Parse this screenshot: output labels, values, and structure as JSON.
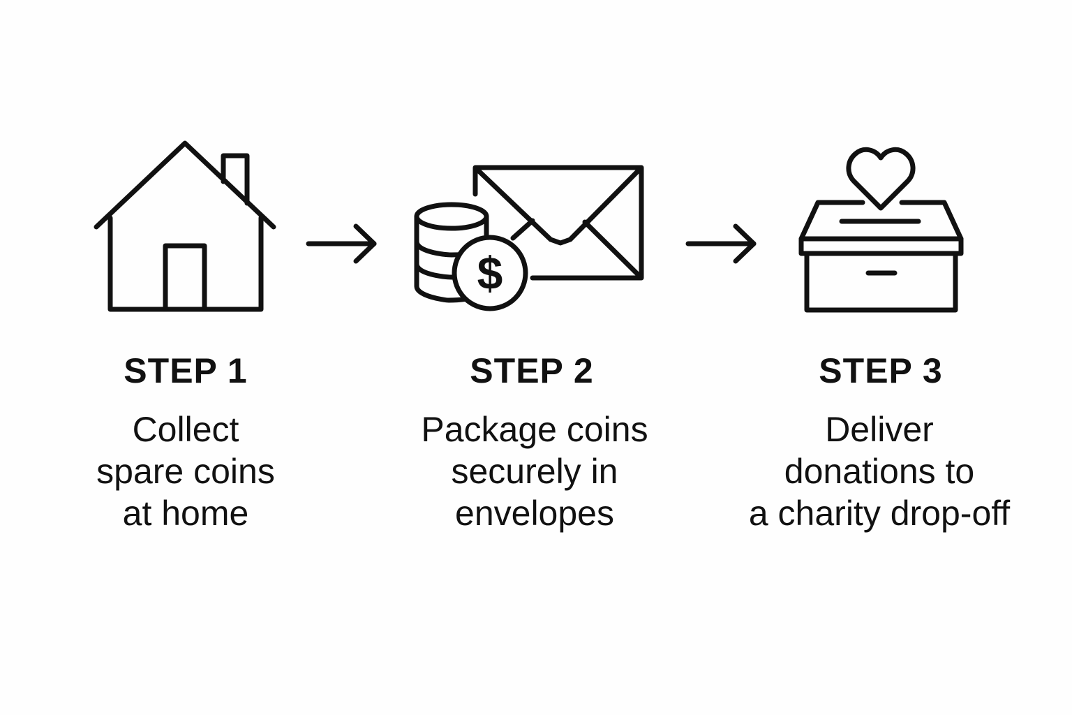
{
  "steps": [
    {
      "title": "STEP 1",
      "description_lines": [
        "Collect",
        "spare coins",
        "at home"
      ],
      "icon": "house-icon"
    },
    {
      "title": "STEP 2",
      "description_lines": [
        "Package coins",
        "securely in",
        "envelopes"
      ],
      "icon": "coins-envelope-icon"
    },
    {
      "title": "STEP 3",
      "description_lines": [
        "Deliver",
        "donations to",
        "a charity drop-off"
      ],
      "icon": "donation-box-icon"
    }
  ],
  "coin_symbol": "$",
  "colors": {
    "background": "#fefefe",
    "ink": "#111111"
  }
}
